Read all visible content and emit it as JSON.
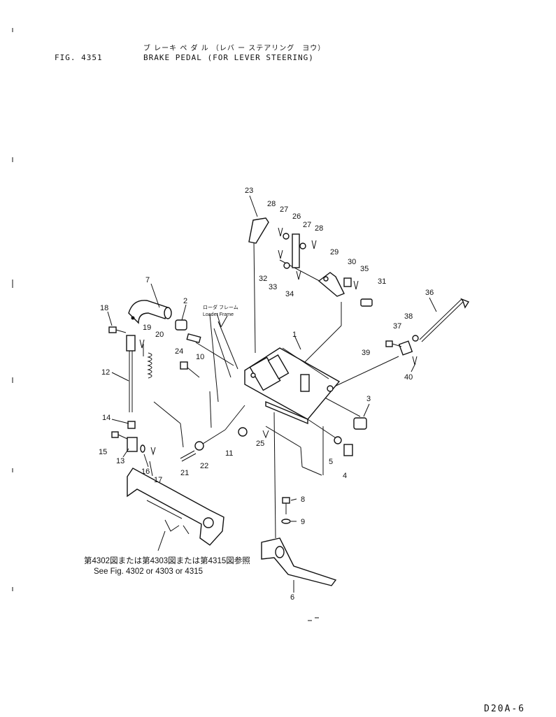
{
  "header": {
    "fig_no": "FIG. 4351",
    "title_jp": "ブ レーキ ペ ダ ル （レバ ー ステアリング　ヨウ）",
    "title_en": "BRAKE PEDAL (FOR LEVER STEERING)"
  },
  "annotations": {
    "loader_frame_jp": "ローダ フレーム",
    "loader_frame_en": "Loader Frame",
    "ref_jp": "第4302図または第4303図または第4315図参照",
    "ref_en": "See Fig. 4302 or 4303 or 4315"
  },
  "callouts": [
    "1",
    "2",
    "3",
    "4",
    "5",
    "6",
    "7",
    "8",
    "9",
    "10",
    "11",
    "12",
    "13",
    "14",
    "15",
    "16",
    "17",
    "18",
    "19",
    "20",
    "21",
    "22",
    "23",
    "24",
    "25",
    "26",
    "27",
    "27",
    "28",
    "28",
    "29",
    "30",
    "31",
    "32",
    "33",
    "34",
    "35",
    "36",
    "37",
    "38",
    "39",
    "40"
  ],
  "page_code": "D20A-6"
}
